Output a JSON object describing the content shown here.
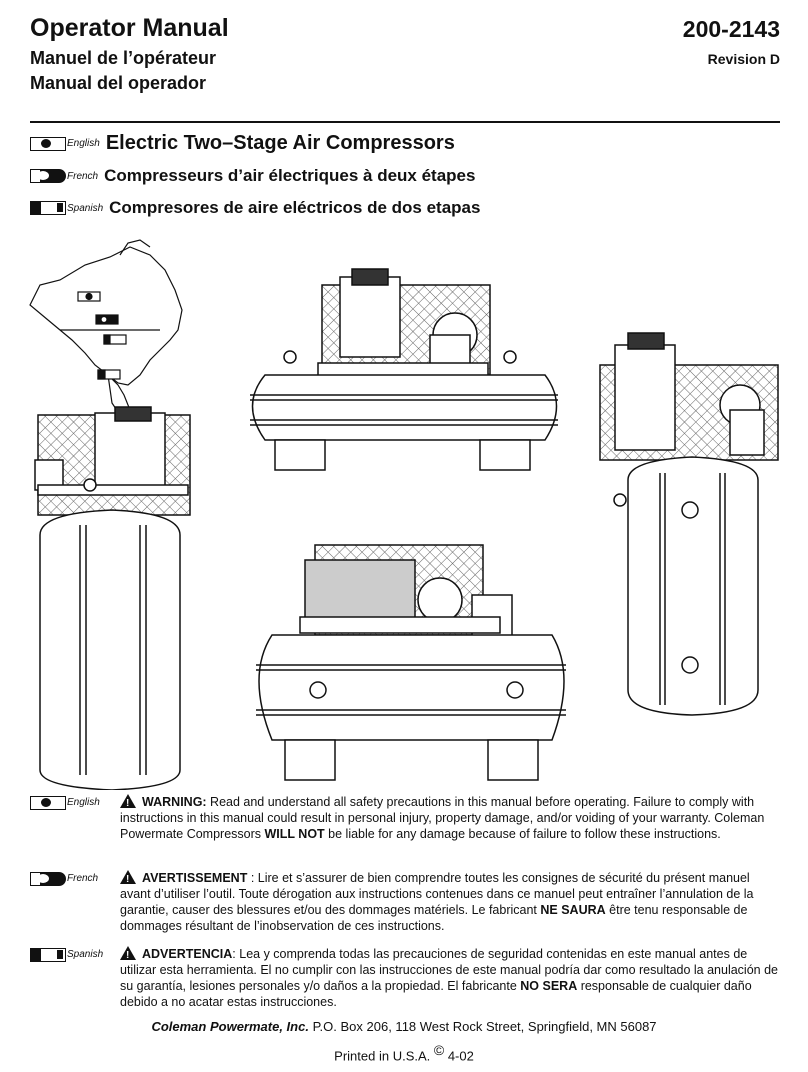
{
  "header": {
    "title_en": "Operator Manual",
    "title_fr": "Manuel de l’opérateur",
    "title_es": "Manual del operador",
    "doc_number": "200-2143",
    "revision": "Revision D"
  },
  "languages": {
    "en": "English",
    "fr": "French",
    "es": "Spanish"
  },
  "headline": {
    "en": "Electric Two–Stage Air Compressors",
    "fr": "Compresseurs d’air électriques à deux étapes",
    "es": "Compresores de aire eléctricos de dos etapas"
  },
  "warnings": {
    "en": {
      "label": "WARNING:",
      "text1": " Read and understand all safety precautions in this manual before operating. Failure to comply with instructions in this manual could result in personal injury, property damage, and/or voiding of your warranty. Coleman Powermate Compressors ",
      "emph": "WILL NOT",
      "text2": " be liable for any damage because of failure to follow these instructions."
    },
    "fr": {
      "label": "AVERTISSEMENT",
      "text1": " : Lire et s’assurer de bien comprendre toutes les consignes de sécurité du présent manuel avant d’utiliser l’outil. Toute dérogation aux instructions contenues dans ce manuel peut entraîner l’annulation de la garantie, causer des blessures et/ou des dommages matériels. Le fabricant ",
      "emph": "NE SAURA",
      "text2": " être tenu responsable de dommages résultant de l’inobservation de ces instructions."
    },
    "es": {
      "label": "ADVERTENCIA",
      "text1": ":  Lea y comprenda todas las precauciones de seguridad contenidas en este manual antes de utilizar esta herramienta. El no cumplir con las instrucciones de este manual podría dar como resultado la anulación de su garantía, lesiones personales y/o daños a la propiedad. El fabricante ",
      "emph": "NO SERA",
      "text2": " responsable de cualquier daño debido a no acatar estas instrucciones."
    }
  },
  "footer": {
    "company": "Coleman Powermate, Inc.",
    "address": "  P.O. Box 206, 118 West Rock Street, Springfield, MN 56087",
    "printed": "Printed in U.S.A. ",
    "copyright": "©",
    "date": " 4-02"
  }
}
